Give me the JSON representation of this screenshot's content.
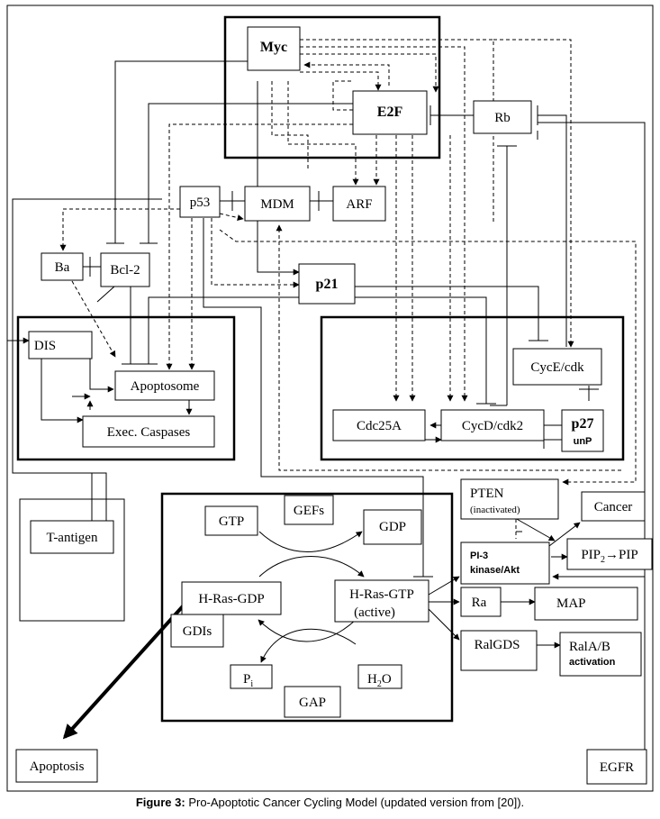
{
  "nodes": {
    "myc": "Myc",
    "e2f": "E2F",
    "rb": "Rb",
    "p53": "p53",
    "mdm": "MDM",
    "arf": "ARF",
    "ba": "Ba",
    "bcl2": "Bcl-2",
    "p21": "p21",
    "dis": "DIS",
    "apoptosome": "Apoptosome",
    "exec_caspases": "Exec. Caspases",
    "cyce_cdk": "CycE/cdk",
    "cdc25a": "Cdc25A",
    "cycd_cdk2": "CycD/cdk2",
    "p27_line1": "p27",
    "p27_line2": "unP",
    "t_antigen": "T-antigen",
    "pten_line1": "PTEN",
    "pten_line2": "(inactivated)",
    "cancer": "Cancer",
    "gtp": "GTP",
    "gefs": "GEFs",
    "gdp": "GDP",
    "pi3_line1": "PI-3",
    "pi3_line2": "kinase/Akt",
    "pip_left": "PIP",
    "pip_sub": "2",
    "pip_right": "→PIP",
    "hras_gdp": "H-Ras-GDP",
    "hras_gtp_line1": "H-Ras-GTP",
    "hras_gtp_line2": "(active)",
    "ra": "Ra",
    "map": "MAP",
    "gdis": "GDIs",
    "ralgds": "RalGDS",
    "ralab_line1": "RalA/B",
    "ralab_line2": "activation",
    "pi": "P",
    "pi_sub": "i",
    "h2o_left": "H",
    "h2o_sub": "2",
    "h2o_right": "O",
    "gap": "GAP",
    "apoptosis": "Apoptosis",
    "egfr": "EGFR"
  },
  "caption": {
    "label": "Figure 3:",
    "text": " Pro-Apoptotic Cancer Cycling Model (updated version from [20])."
  },
  "colors": {
    "line": "#000000",
    "light_line": "#777777",
    "background": "#ffffff"
  }
}
